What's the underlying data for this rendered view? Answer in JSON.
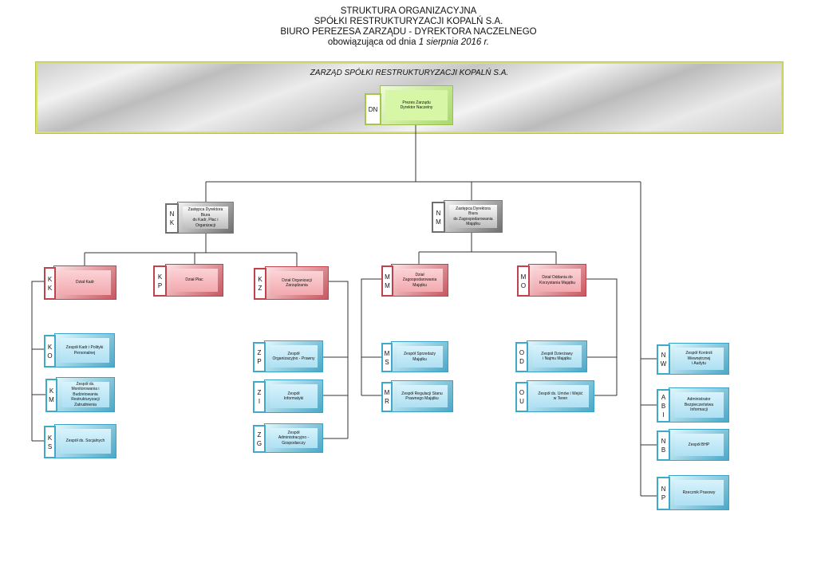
{
  "header": {
    "line1": "STRUKTURA ORGANIZACYJNA",
    "line2": "SPÓŁKI RESTRUKTURYZACJI KOPALŃ S.A.",
    "line3": "BIURO PEREZESA ZARZĄDU - DYREKTORA NACZELNEGO",
    "line4_prefix": "obowiązująca od dnia ",
    "line4_date": "1 sierpnia 2016 r."
  },
  "banner": {
    "title": "ZARZĄD SPÓŁKI RESTRUKTURYZACJI KOPALŃ S.A."
  },
  "colors": {
    "green": "#d7f7a6",
    "gray": "#bdbdbd",
    "red": "#f2a9af",
    "blue": "#aee0f3"
  },
  "units": [
    {
      "code": "DN",
      "label": "Prezes Zarządu\nDyrektor Naczelny",
      "type": "green"
    },
    {
      "code": "N\nK",
      "label": "Zastępca Dyrektora Biura\nds Kadr, Płac i\nOrganizacji",
      "type": "gray"
    },
    {
      "code": "N\nM",
      "label": "Zastępca Dyrektora Biura\nds Zagospodarowania\nMajątku",
      "type": "gray"
    },
    {
      "code": "K\nK",
      "label": "Dział  Kadr",
      "type": "red"
    },
    {
      "code": "K\nP",
      "label": "Dział Płac",
      "type": "red"
    },
    {
      "code": "K\nZ",
      "label": "Dział Organizacji\nZarządzania",
      "type": "red"
    },
    {
      "code": "M\nM",
      "label": "Dział Zagospodarowania\nMajątku",
      "type": "red"
    },
    {
      "code": "M\nO",
      "label": "Dział Oddania do\nKorzystania Majątku",
      "type": "red"
    },
    {
      "code": "K\nO",
      "label": "Zespół Kadr i Polityki\nPersonalnej",
      "type": "blue"
    },
    {
      "code": "K\nM",
      "label": "Zespół ds. Monitorowania i\nBudżetowania\nRestrukturyzacji Zatrudnienia",
      "type": "blue"
    },
    {
      "code": "K\nS",
      "label": "Zespół ds. Socjalnych",
      "type": "blue"
    },
    {
      "code": "Z\nP",
      "label": "Zespół\nOrganizacyjno - Prawny",
      "type": "blue"
    },
    {
      "code": "Z\nI",
      "label": "Zespół\nInformatyki",
      "type": "blue"
    },
    {
      "code": "Z\nG",
      "label": "Zespół\nAdministracyjno -\nGospodarczy",
      "type": "blue"
    },
    {
      "code": "M\nS",
      "label": "Zespół Sprzedaży Majątku",
      "type": "blue"
    },
    {
      "code": "M\nR",
      "label": "Zespół Regulacji Stanu\nPrawnego Majątku",
      "type": "blue"
    },
    {
      "code": "O\nD",
      "label": "Zespół Dzierżawy\ni Najmu Majątku",
      "type": "blue"
    },
    {
      "code": "O\nU",
      "label": "Zespół ds. Umów i Wejść\nw Teren",
      "type": "blue"
    },
    {
      "code": "N\nW",
      "label": "Zespół Kontroli\nWewnętrznej\ni Audytu",
      "type": "blue"
    },
    {
      "code": "A\nB\nI",
      "label": "Administrator\nBezpieczeństwa\nInformacji",
      "type": "blue"
    },
    {
      "code": "N\nB",
      "label": "Zespół BHP",
      "type": "blue"
    },
    {
      "code": "N\nP",
      "label": "Rzecznik Prasowy",
      "type": "blue"
    }
  ]
}
